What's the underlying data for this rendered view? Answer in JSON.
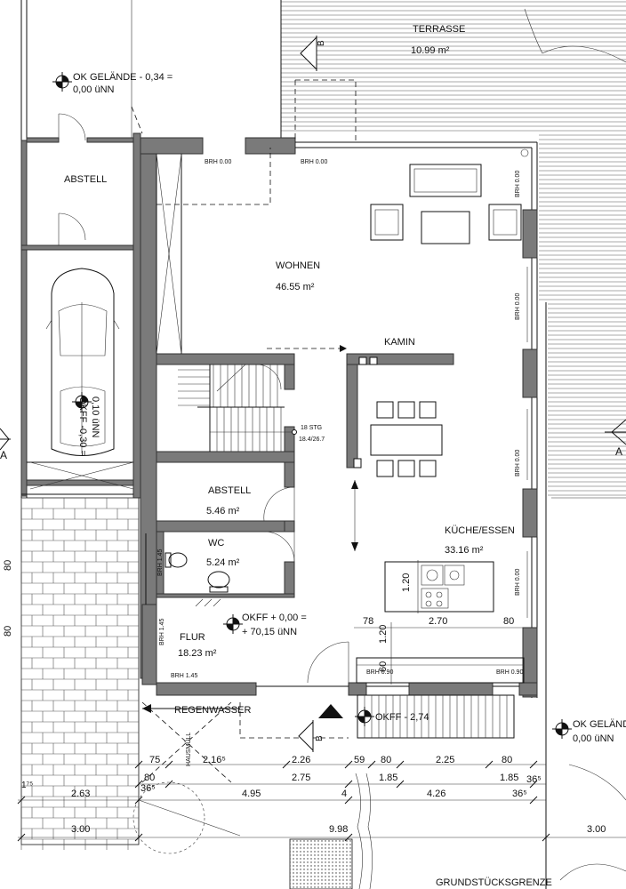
{
  "rooms": {
    "terrasse": {
      "name": "TERRASSE",
      "area": "10.99 m²"
    },
    "abstell_top": {
      "name": "ABSTELL"
    },
    "wohnen": {
      "name": "WOHNEN",
      "area": "46.55 m²"
    },
    "kamin": {
      "name": "KAMIN"
    },
    "abstell": {
      "name": "ABSTELL",
      "area": "5.46 m²"
    },
    "wc": {
      "name": "WC",
      "area": "5.24 m²"
    },
    "flur": {
      "name": "FLUR",
      "area": "18.23 m²"
    },
    "kueche": {
      "name": "KÜCHE/ESSEN",
      "area": "33.16 m²"
    }
  },
  "levels": {
    "ok_gelaende_top_1": "OK GELÄNDE - 0,34 =",
    "ok_gelaende_top_2": "0,00 üNN",
    "okff_garage_1": "OKFF -0,30 =",
    "okff_garage_2": "0,10 üNN",
    "okff_main_1": "OKFF + 0,00 =",
    "okff_main_2": "+ 70,15 üNN",
    "okff_stair": "OKFF - 2,74",
    "ok_gelaende_right_1": "OK GELÄNDE",
    "ok_gelaende_right_2": "0,00 üNN"
  },
  "brh": {
    "b1": "BRH 0.00",
    "b2": "BRH 0.00",
    "b3": "BRH 0.00",
    "b4": "BRH 0.00",
    "b5": "BRH 0.00",
    "b6": "BRH 0.00",
    "b7": "BRH 1.45",
    "b8": "BRH 1.45",
    "b9": "BRH 1.45",
    "b10": "BRH 0.90",
    "b11": "BRH 0.90"
  },
  "stair": {
    "steps": "18 STG",
    "ratio": "18.4/26.7"
  },
  "labels": {
    "regenwasser": "REGENWASSER",
    "hausmuell": "HAUSMÜLL",
    "grenze": "GRUNDSTÜCKSGRENZE",
    "section_a_left": "A",
    "section_a_right": "A",
    "section_b_top": "B",
    "section_b_bottom": "B"
  },
  "dims": {
    "k78": "78",
    "k270": "2.70",
    "k80": "80",
    "k120a": "1.20",
    "k120b": "1.20",
    "k60": "60",
    "r1_75": "75",
    "r1_2165": "2.16⁵",
    "r1_226": "2.26",
    "r1_59": "59",
    "r1_80a": "80",
    "r1_225": "2.25",
    "r1_80b": "80",
    "r2_80": "80",
    "r2_275": "2.75",
    "r2_185a": "1.85",
    "r2_185b": "1.85",
    "r2_365": "36⁵",
    "r3_175": "1⁷⁵",
    "r3_263": "2.63",
    "r3_365a": "36⁵",
    "r3_495": "4.95",
    "r3_4": "4",
    "r3_426": "4.26",
    "r3_365b": "36⁵",
    "r4_300a": "3.00",
    "r4_998": "9.98",
    "r4_300b": "3.00",
    "edge_80a": "80",
    "edge_80b": "80"
  }
}
